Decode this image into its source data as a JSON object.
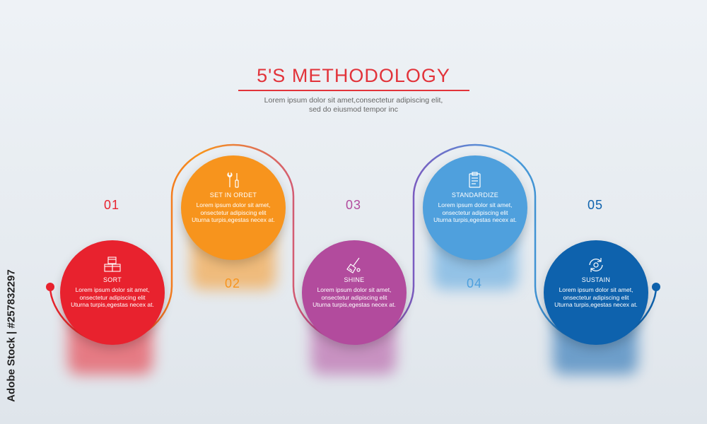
{
  "header": {
    "title": "5'S METHODOLOGY",
    "subtitle_line1": "Lorem ipsum dolor sit amet,consectetur adipiscing elit,",
    "subtitle_line2": "sed do eiusmod tempor inc"
  },
  "steps": [
    {
      "number": "01",
      "label": "SORT",
      "text": "Lorem ipsum dolor sit amet, onsectetur adipiscing elit Uturna turpis,egestas necex at.",
      "color": "#e8222e",
      "icon": "boxes-icon"
    },
    {
      "number": "02",
      "label": "SET IN ORDET",
      "text": "Lorem ipsum dolor sit amet, onsectetur adipiscing elit Uturna turpis,egestas necex at.",
      "color": "#f7941d",
      "icon": "tools-icon"
    },
    {
      "number": "03",
      "label": "SHINE",
      "text": "Lorem ipsum dolor sit amet, onsectetur adipiscing elit Uturna turpis,egestas necex at.",
      "color": "#b24b9d",
      "icon": "broom-icon"
    },
    {
      "number": "04",
      "label": "STANDARDIZE",
      "text": "Lorem ipsum dolor sit amet, onsectetur adipiscing elit Uturna turpis,egestas necex at.",
      "color": "#4fa0dd",
      "icon": "clipboard-icon"
    },
    {
      "number": "05",
      "label": "SUSTAIN",
      "text": "Lorem ipsum dolor sit amet, onsectetur adipiscing elit Uturna turpis,egestas necex at.",
      "color": "#0e62ad",
      "icon": "cycle-icon"
    }
  ],
  "stock_id": "Adobe Stock | #257832297"
}
